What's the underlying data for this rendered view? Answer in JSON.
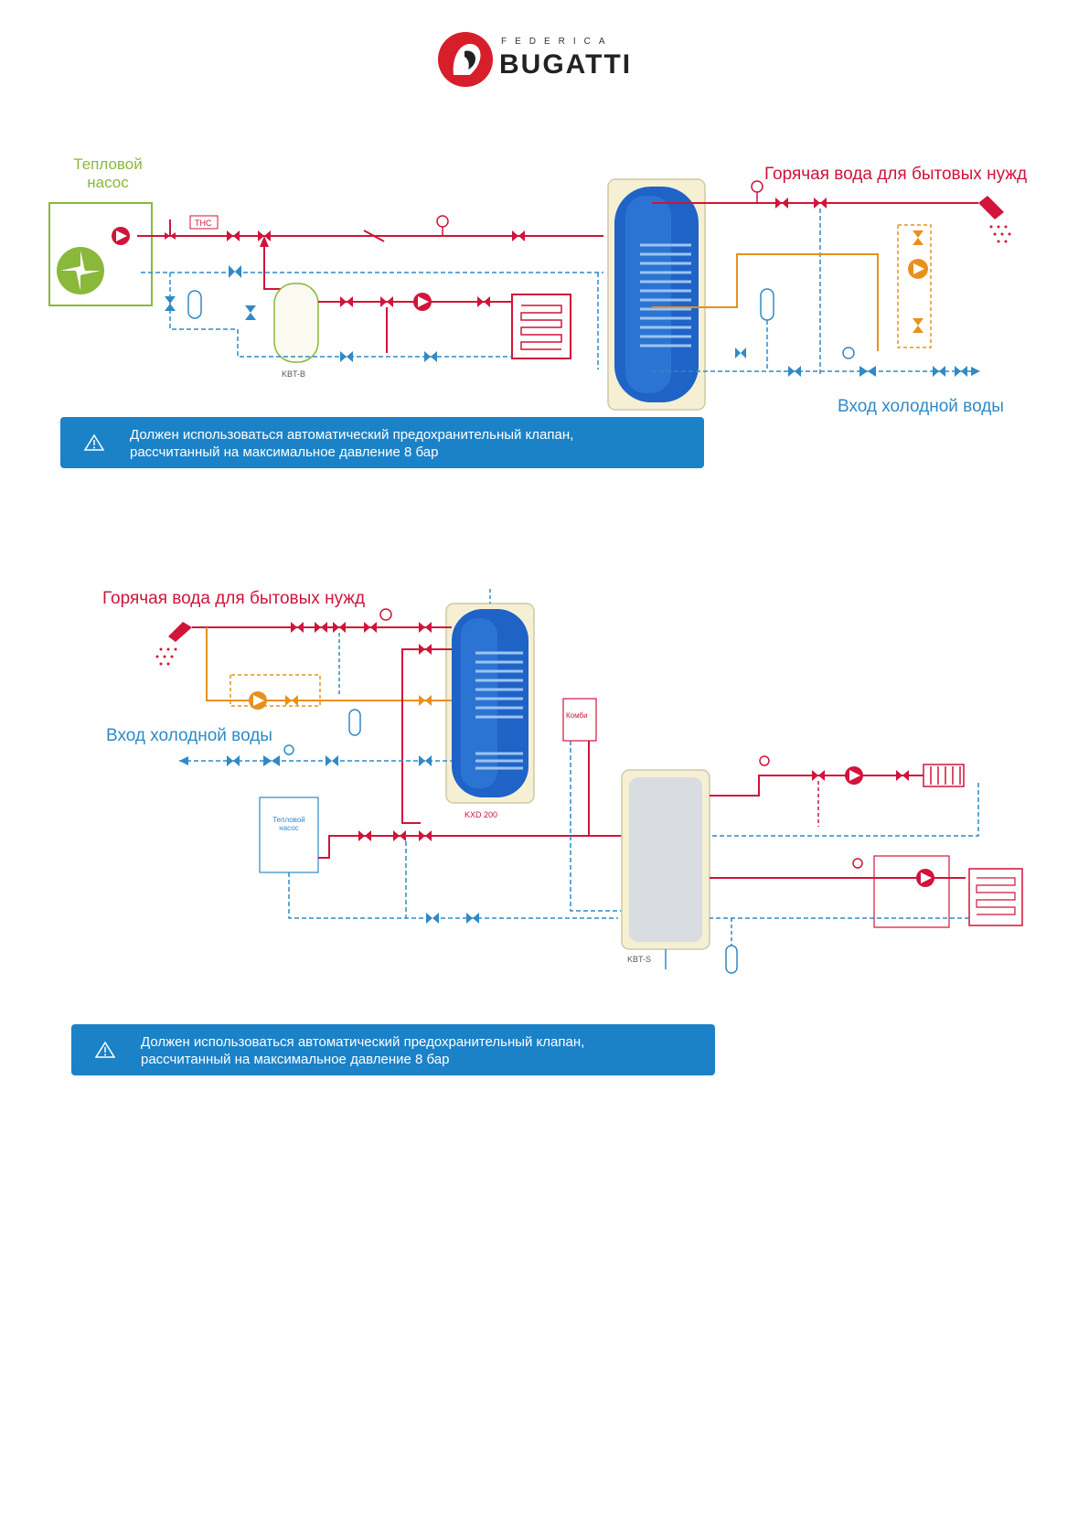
{
  "brand": {
    "small": "FEDERICA",
    "big": "BUGATTI"
  },
  "diagram1": {
    "heat_pump": [
      "Тепловой",
      "насос"
    ],
    "hot_water": "Горячая вода для бытовых нужд",
    "cold_water": "Вход холодной воды",
    "thc_label": "ТНС",
    "buffer_label": "KBT-B"
  },
  "diagram2": {
    "hot_water": "Горячая вода для бытовых нужд",
    "cold_water": "Вход холодной воды",
    "heat_pump": [
      "Тепловой",
      "насос"
    ],
    "combi": "Комби",
    "tank_label": "KXD 200",
    "buffer_label": "KBT-S"
  },
  "notes": [
    {
      "line1": "Должен использоваться автоматический предохранительный клапан,",
      "line2": "рассчитанный на максимальное давление 8 бар"
    },
    {
      "line1": "Должен использоваться автоматический предохранительный клапан,",
      "line2": "рассчитанный на максимальное давление 8 бар"
    }
  ],
  "colors": {
    "hot": "#d0143a",
    "cold": "#2f8ac7",
    "dhw_loop": "#e8901e",
    "heat_pump": "#8ab83b",
    "note_bg": "#1b82c8"
  },
  "icons": {
    "warning": "warning-icon",
    "pump": "pump-icon",
    "valve": "valve-icon",
    "shower": "shower-icon",
    "fan": "fan-icon"
  }
}
